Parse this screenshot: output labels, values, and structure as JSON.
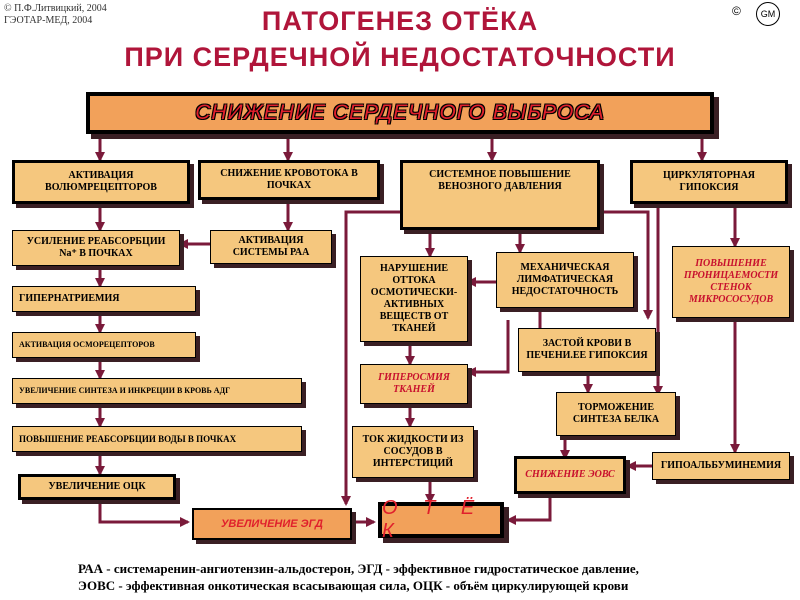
{
  "copyright": {
    "line1": "© П.Ф.Литвицкий, 2004",
    "line2": "ГЭОТАР-МЕД, 2004",
    "mark": "©",
    "logo": "GM"
  },
  "title": {
    "line1": "ПАТОГЕНЕЗ   ОТЁКА",
    "line2": "ПРИ   СЕРДЕЧНОЙ   НЕДОСТАТОЧНОСТИ"
  },
  "main": "СНИЖЕНИЕ   СЕРДЕЧНОГО   ВЫБРОСА",
  "boxes": {
    "volumoreceptors": "АКТИВАЦИЯ ВОЛЮМРЕЦЕПТОРОВ",
    "renal_flow": "СНИЖЕНИЕ КРОВОТОКА В ПОЧКАХ",
    "venous_pressure": "СИСТЕМНОЕ ПОВЫШЕНИЕ ВЕНОЗНОГО ДАВЛЕНИЯ",
    "circ_hypoxia": "ЦИРКУЛЯТОРНАЯ ГИПОКСИЯ",
    "na_reabsorption": "УСИЛЕНИЕ РЕАБСОРБЦИИ Na⁺ В ПОЧКАХ",
    "raa_activation": "АКТИВАЦИЯ СИСТЕМЫ РАА",
    "outflow_violation": "НАРУШЕНИЕ ОТТОКА ОСМОТИЧЕСКИ-АКТИВНЫХ ВЕЩЕСТВ ОТ ТКАНЕЙ",
    "lymphatic": "МЕХАНИЧЕСКАЯ ЛИМФАТИЧЕСКАЯ НЕДОСТАТОЧНОСТЬ",
    "permeability": "ПОВЫШЕНИЕ ПРОНИЦАЕМОСТИ СТЕНОК МИКРОСОСУДОВ",
    "hypernatremia": "ГИПЕРНАТРИЕМИЯ",
    "osmoreceptors": "АКТИВАЦИЯ ОСМОРЕЦЕПТОРОВ",
    "liver_stasis": "ЗАСТОЙ КРОВИ В ПЕЧЕНИ.ЕЕ ГИПОКСИЯ",
    "hyperosmia": "ГИПЕРОСМИЯ ТКАНЕЙ",
    "adh": "УВЕЛИЧЕНИЕ СИНТЕЗА И ИНКРЕЦИИ В КРОВЬ АДГ",
    "protein_synthesis": "ТОРМОЖЕНИЕ СИНТЕЗА БЕЛКА",
    "water_reabsorption": "ПОВЫШЕНИЕ РЕАБСОРБЦИИ ВОДЫ В ПОЧКАХ",
    "fluid_flow": "ТОК ЖИДКОСТИ ИЗ СОСУДОВ В ИНТЕРСТИЦИЙ",
    "eovs_decrease": "СНИЖЕНИЕ ЭОВС",
    "hypoalbuminemia": "ГИПОАЛЬБУМИНЕМИЯ",
    "occ_increase": "УВЕЛИЧЕНИЕ ОЦК",
    "egd_increase": "УВЕЛИЧЕНИЕ ЭГД",
    "edema": "О  Т  Ё  К"
  },
  "legend": {
    "line1": "РАА - системаренин-ангиотензин-альдостерон,  ЭГД - эффективное гидростатическое давление,",
    "line2": "ЭОВС - эффективная онкотическая всасывающая сила,  ОЦК - объём циркулирующей крови"
  },
  "colors": {
    "box": "#f5c77e",
    "main": "#f2a15a",
    "arrow": "#7a1a3a",
    "title": "#b0153a",
    "accent_text": "#e0202c"
  }
}
